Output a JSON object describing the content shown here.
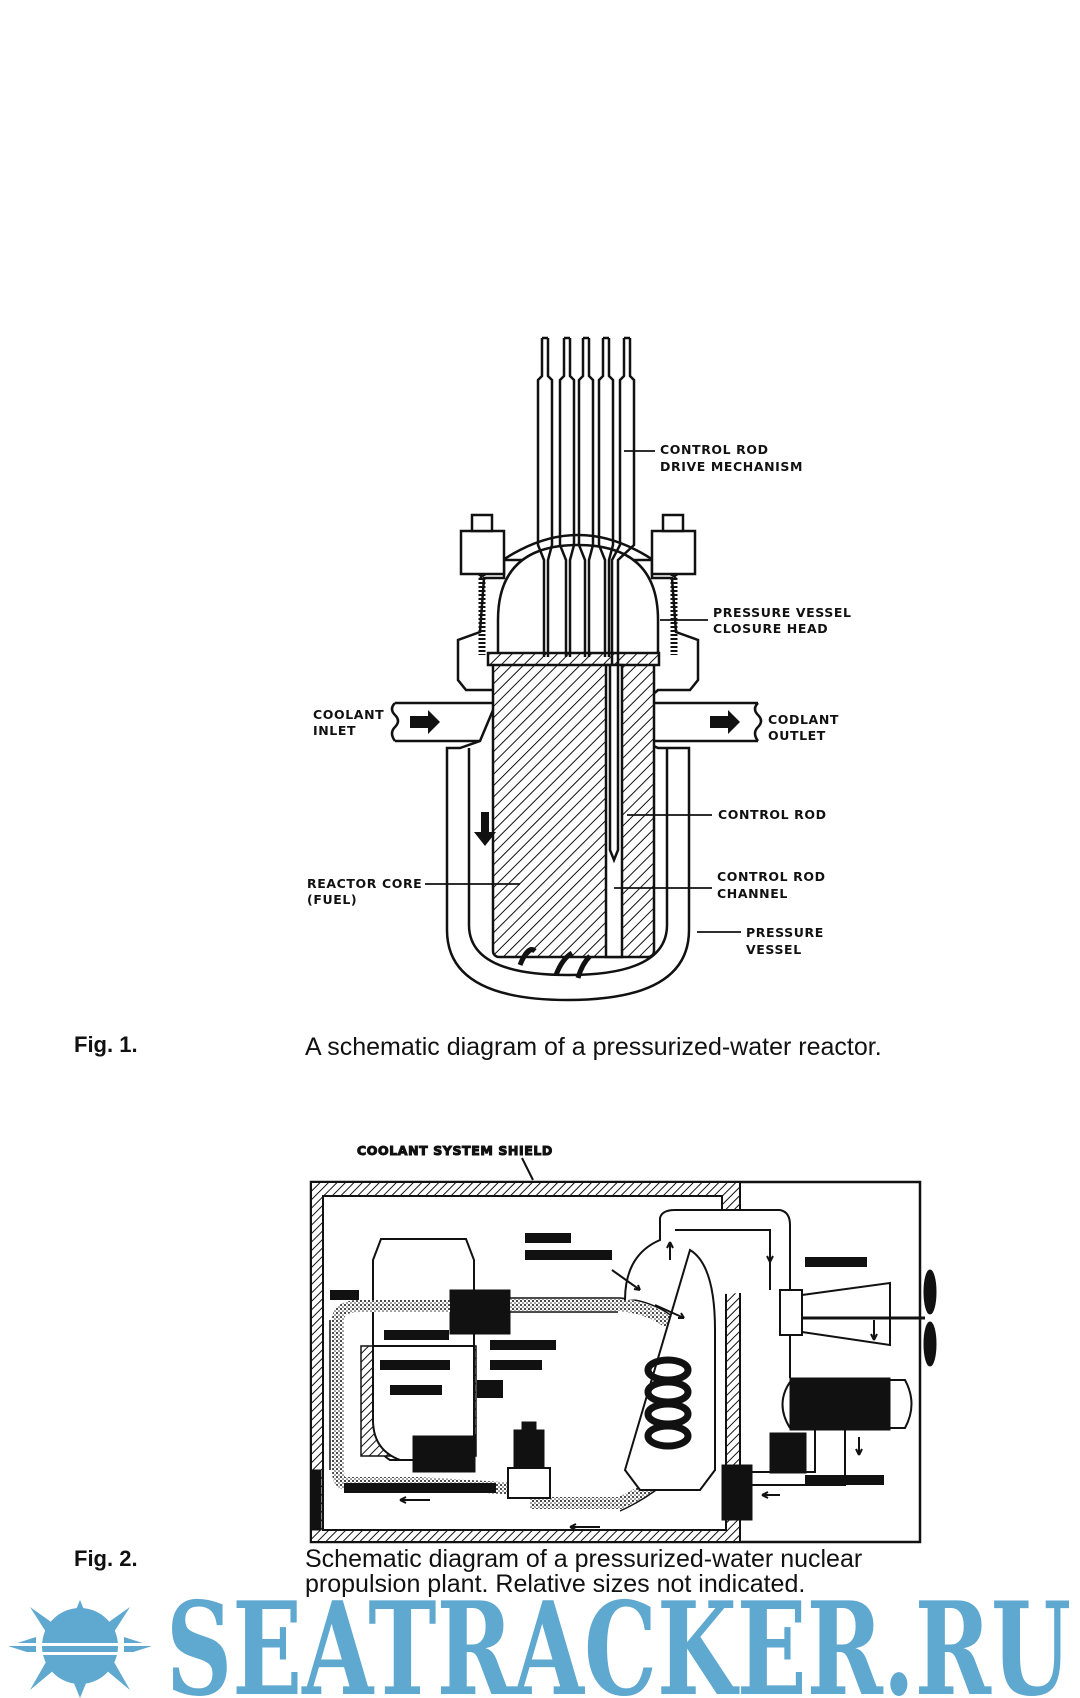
{
  "figure1": {
    "number": "Fig. 1.",
    "caption": "A schematic diagram of a pressurized-water reactor.",
    "labels": {
      "drive_mechanism": [
        "CONTROL ROD",
        "DRIVE MECHANISM"
      ],
      "closure_head": [
        "PRESSURE VESSEL",
        "CLOSURE HEAD"
      ],
      "coolant_inlet": [
        "COOLANT",
        "INLET"
      ],
      "coolant_outlet": [
        "CODLANT",
        "OUTLET"
      ],
      "control_rod": "CONTROL ROD",
      "reactor_core": [
        "REACTOR CORE",
        "(FUEL)"
      ],
      "control_rod_channel": [
        "CONTROL ROD",
        "CHANNEL"
      ],
      "pressure_vessel": [
        "PRESSURE",
        "VESSEL"
      ]
    }
  },
  "figure2": {
    "number": "Fig. 2.",
    "caption_line1": "Schematic diagram of a pressurized-water nuclear",
    "caption_line2": "propulsion plant. Relative sizes not indicated.",
    "labels": {
      "shield": "COOLANT SYSTEM SHIELD"
    }
  },
  "watermark": {
    "text": "SEATRACKER.RU",
    "color": "#5fa8cf"
  }
}
